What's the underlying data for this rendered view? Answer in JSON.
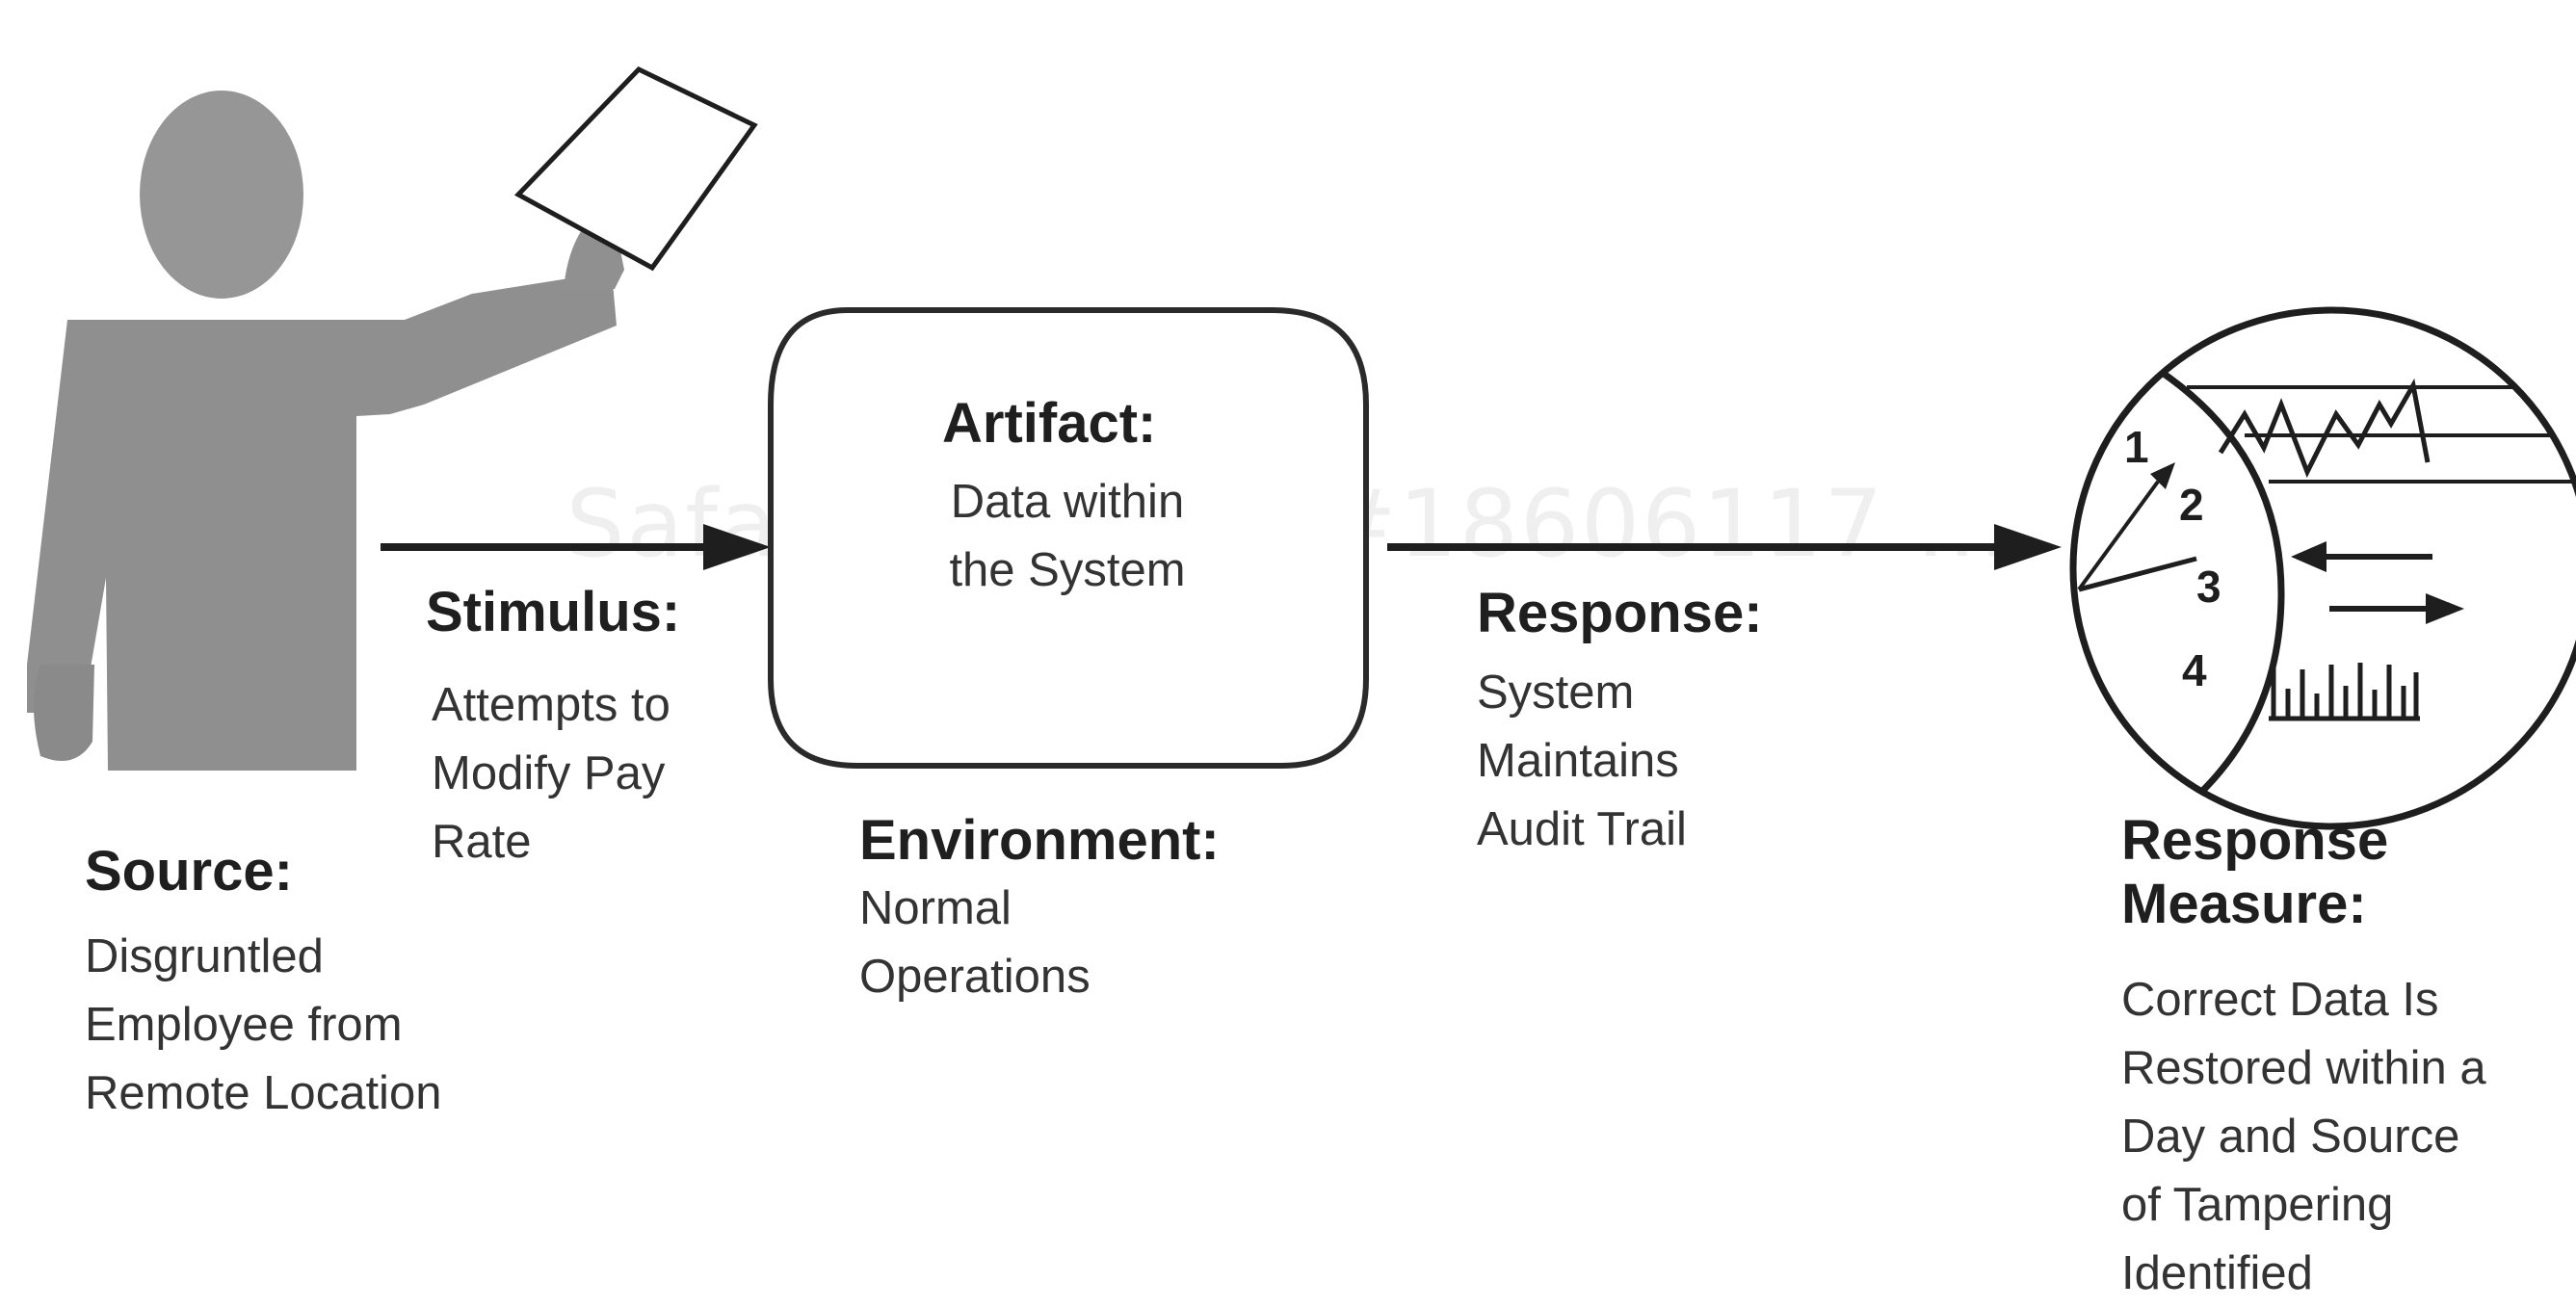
{
  "watermark": "Safari = ... line #18606117 ...",
  "source": {
    "heading": "Source:",
    "text": "Disgruntled\nEmployee from\nRemote Location"
  },
  "stimulus": {
    "heading": "Stimulus:",
    "text": "Attempts to\nModify Pay\nRate"
  },
  "artifact": {
    "heading": "Artifact:",
    "text": "Data within\nthe System"
  },
  "environment": {
    "heading": "Environment:",
    "text": "Normal\nOperations"
  },
  "response": {
    "heading": "Response:",
    "text": "System\nMaintains\nAudit Trail"
  },
  "response_measure": {
    "heading": "Response\nMeasure:",
    "text": "Correct Data Is\nRestored within a\nDay and Source\nof Tampering\nIdentified"
  },
  "gauge": {
    "numbers": [
      "1",
      "2",
      "3",
      "4"
    ]
  },
  "colors": {
    "figure": "#8f8f8f",
    "figure_dark": "#7a7a7a",
    "ink": "#1e1e1e",
    "body_text": "#333333"
  }
}
